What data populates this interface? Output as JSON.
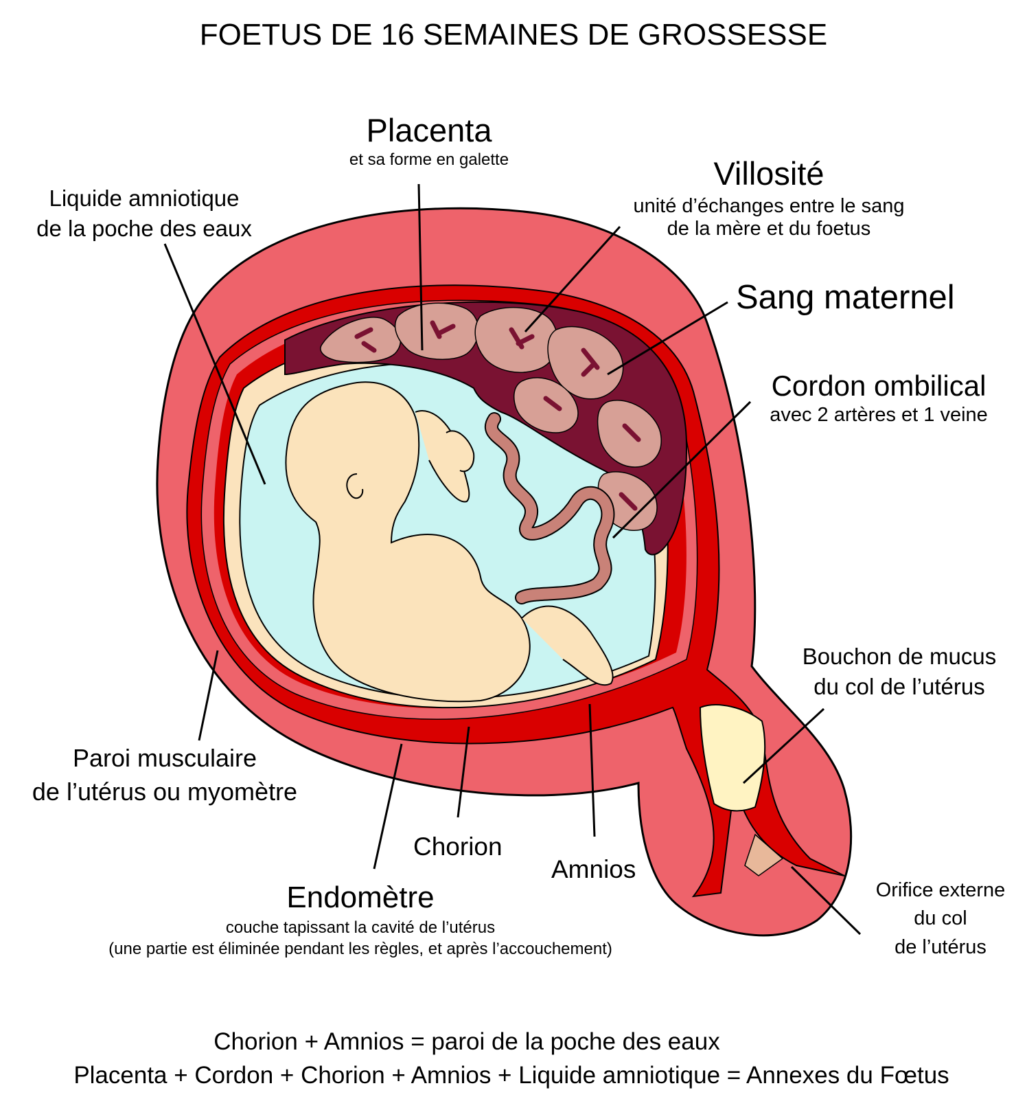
{
  "title": "FOETUS DE 16 SEMAINES DE GROSSESSE",
  "labels": {
    "placenta": {
      "main": "Placenta",
      "sub": "et sa forme en galette"
    },
    "villosite": {
      "main": "Villosité",
      "sub1": "unité d’échanges entre le sang",
      "sub2": "de la mère et du foetus"
    },
    "liquide": {
      "line1": "Liquide amniotique",
      "line2": "de la poche des eaux"
    },
    "sang": {
      "main": "Sang maternel"
    },
    "cordon": {
      "main": "Cordon ombilical",
      "sub": "avec 2 artères et 1 veine"
    },
    "bouchon": {
      "line1": "Bouchon de mucus",
      "line2": "du col de l’utérus"
    },
    "paroi": {
      "line1": "Paroi musculaire",
      "line2": "de l’utérus ou myomètre"
    },
    "chorion": {
      "main": "Chorion"
    },
    "amnios": {
      "main": "Amnios"
    },
    "endometre": {
      "main": "Endomètre",
      "sub1": "couche tapissant la cavité de l’utérus",
      "sub2": "(une partie est éliminée pendant les règles, et après l’accouchement)"
    },
    "orifice": {
      "line1": "Orifice externe",
      "line2": "du col",
      "line3": "de l’utérus"
    }
  },
  "footer": {
    "line1": "Chorion + Amnios = paroi de la poche des eaux",
    "line2": "Placenta + Cordon + Chorion + Amnios + Liquide amniotique = Annexes du Fœtus"
  },
  "colors": {
    "myometrium": "#ee636b",
    "endometrium": "#d90000",
    "placenta": "#7a1232",
    "villi": "#d7a096",
    "chorion": "#fbe3bd",
    "amniotic_fluid": "#c9f4f2",
    "fetus": "#fbe3bb",
    "cord": "#c98278",
    "mucus_plug": "#fff3c2"
  }
}
